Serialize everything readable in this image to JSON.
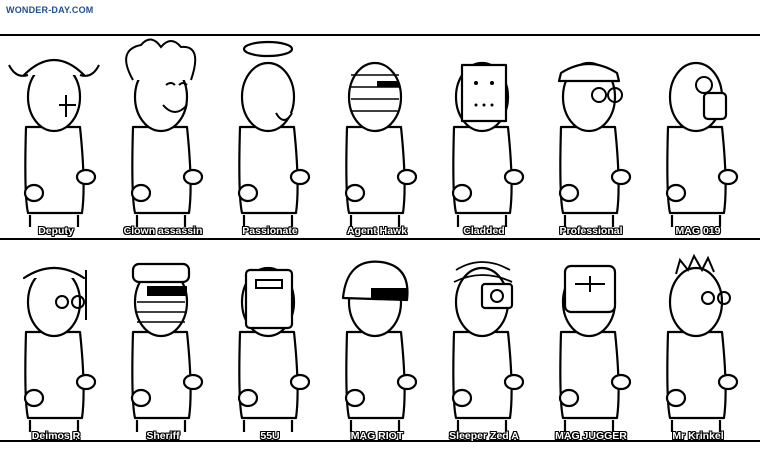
{
  "watermark": "WONDER-DAY.COM",
  "rows": [
    {
      "characters": [
        {
          "name": "Deputy",
          "icon": "deputy-icon"
        },
        {
          "name": "Clown assassin",
          "icon": "clown-icon"
        },
        {
          "name": "Passionate",
          "icon": "halo-icon"
        },
        {
          "name": "Agent Hawk",
          "icon": "bandaged-agent-icon"
        },
        {
          "name": "Cladded",
          "icon": "box-mask-icon"
        },
        {
          "name": "Professional",
          "icon": "bandana-icon"
        },
        {
          "name": "MAG 019",
          "icon": "gas-mask-icon"
        }
      ]
    },
    {
      "characters": [
        {
          "name": "Deimos R",
          "icon": "headset-icon"
        },
        {
          "name": "Sheriff",
          "icon": "goggles-hat-icon"
        },
        {
          "name": "55U",
          "icon": "welder-mask-icon"
        },
        {
          "name": "MAG RIOT",
          "icon": "riot-helmet-icon"
        },
        {
          "name": "Sleeper Zed A",
          "icon": "cable-helmet-icon"
        },
        {
          "name": "MAG JUGGER",
          "icon": "jugger-helmet-icon"
        },
        {
          "name": "Mr Krinkel",
          "icon": "glasses-icon"
        }
      ]
    }
  ]
}
